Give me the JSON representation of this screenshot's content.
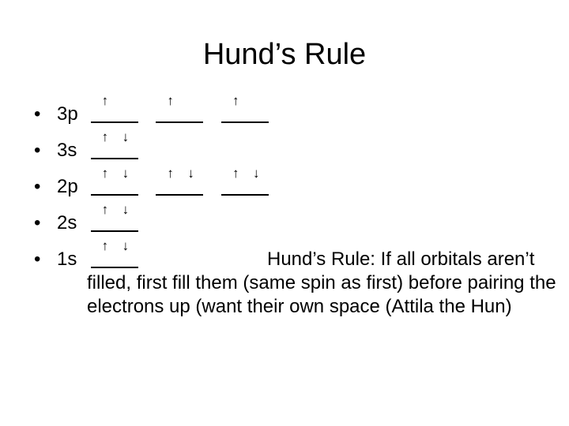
{
  "title": "Hund’s Rule",
  "bullet_glyph": "•",
  "arrow_up": "↑",
  "arrow_down": "↓",
  "orbitals": [
    {
      "label": "3p",
      "boxes": [
        {
          "up": true,
          "down": false
        },
        {
          "up": true,
          "down": false
        },
        {
          "up": true,
          "down": false
        }
      ]
    },
    {
      "label": "3s",
      "boxes": [
        {
          "up": true,
          "down": true
        }
      ]
    },
    {
      "label": "2p",
      "boxes": [
        {
          "up": true,
          "down": true
        },
        {
          "up": true,
          "down": true
        },
        {
          "up": true,
          "down": true
        }
      ]
    },
    {
      "label": "2s",
      "boxes": [
        {
          "up": true,
          "down": true
        }
      ]
    },
    {
      "label": "1s",
      "boxes": [
        {
          "up": true,
          "down": true
        }
      ]
    }
  ],
  "rule_text": "Hund’s Rule:  If all orbitals aren’t filled, first fill them (same spin as first) before pairing the electrons up (want their own space (Attila the Hun)"
}
